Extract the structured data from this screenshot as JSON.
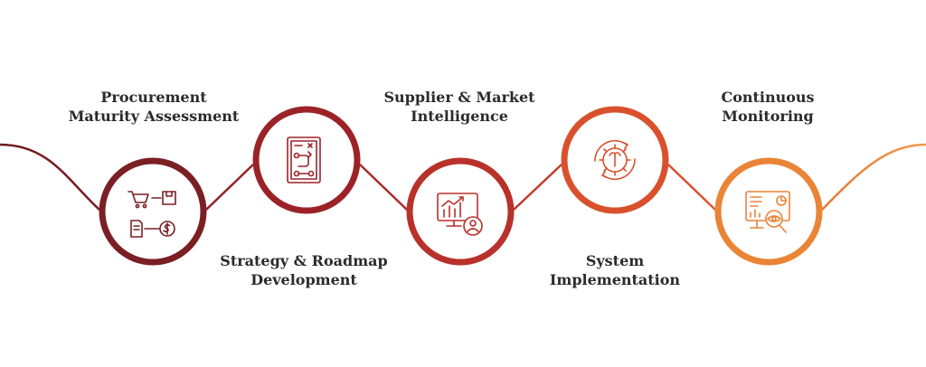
{
  "steps": [
    {
      "title_lines": [
        "Procurement",
        "Maturity Assessment"
      ],
      "icon": "cart-invoice-payment-icon",
      "color": "#7a1f24"
    },
    {
      "title_lines": [
        "Strategy & Roadmap",
        "Development"
      ],
      "icon": "strategy-board-icon",
      "color": "#9b2328"
    },
    {
      "title_lines": [
        "Supplier & Market",
        "Intelligence"
      ],
      "icon": "market-analytics-icon",
      "color": "#b8312a"
    },
    {
      "title_lines": [
        "System",
        "Implementation"
      ],
      "icon": "gear-wrench-icon",
      "color": "#d9502c"
    },
    {
      "title_lines": [
        "Continuous",
        "Monitoring"
      ],
      "icon": "dashboard-eye-icon",
      "color": "#ea8436"
    }
  ]
}
